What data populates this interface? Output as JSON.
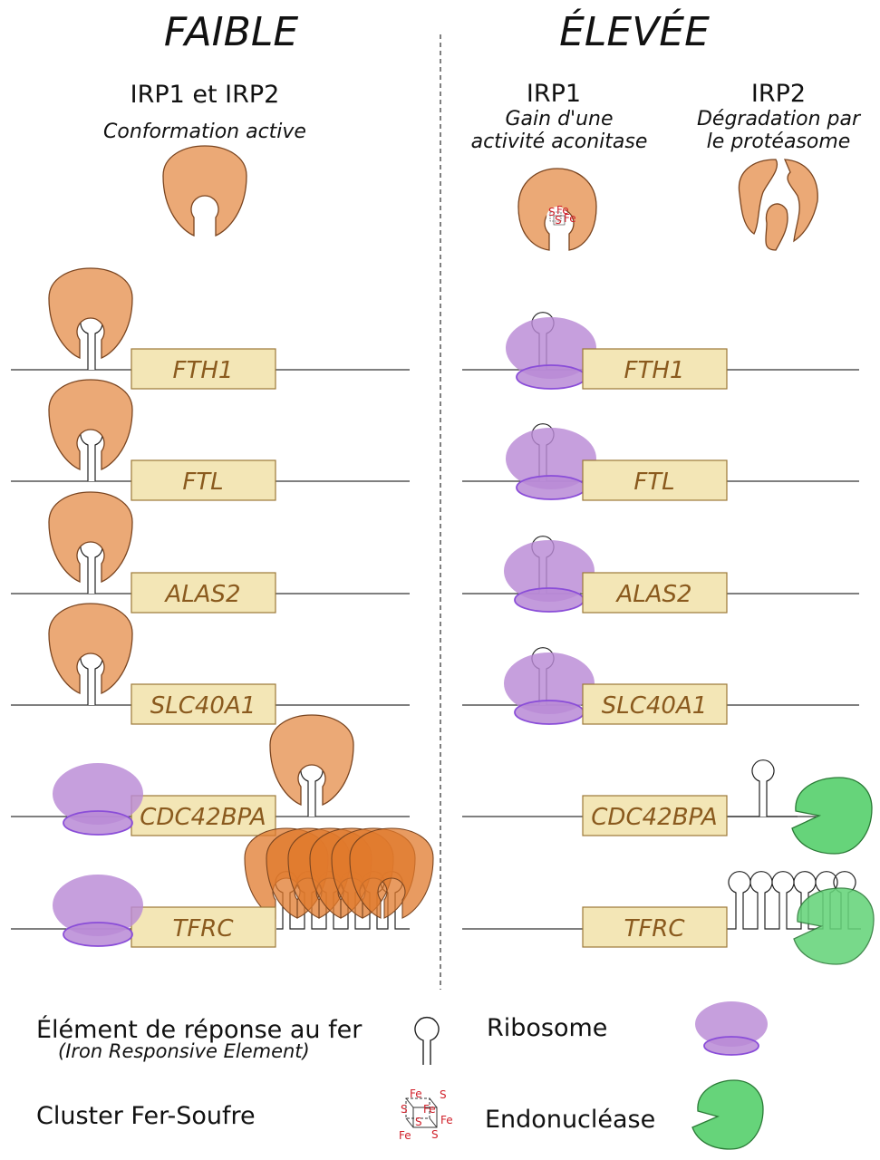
{
  "headers": {
    "low": "FAIBLE",
    "high": "ÉLEVÉE"
  },
  "left": {
    "irp_title": "IRP1 et IRP2",
    "irp_state": "Conformation active"
  },
  "right": {
    "irp1_title": "IRP1",
    "irp1_line1": "Gain d'une",
    "irp1_line2": "activité aconitase",
    "irp2_title": "IRP2",
    "irp2_line1": "Dégradation par",
    "irp2_line2": "le protéasome"
  },
  "genes": [
    "FTH1",
    "FTL",
    "ALAS2",
    "SLC40A1",
    "CDC42BPA",
    "TFRC"
  ],
  "legend": {
    "ire": "Élément de réponse au fer",
    "ire_en": "(Iron Responsive Element)",
    "ribosome": "Ribosome",
    "cluster": "Cluster Fer-Soufre",
    "endonuclease": "Endonucléase"
  },
  "cluster_labels": {
    "fe": "Fe",
    "s": "S"
  },
  "colors": {
    "irp_fill": "#eba976",
    "irp_stroke": "#7a4520",
    "irp_dark": "#e07a2c",
    "ribosome": "#b98ad6",
    "ribosome_stroke": "#8a4dd8",
    "endonuclease": "#66d47a",
    "endonuclease_stroke": "#2a7a36",
    "gene_box": "#f3e6b6",
    "gene_box_stroke": "#9c7838",
    "gene_text": "#8a5a1e",
    "iron_text": "#d0202a"
  }
}
